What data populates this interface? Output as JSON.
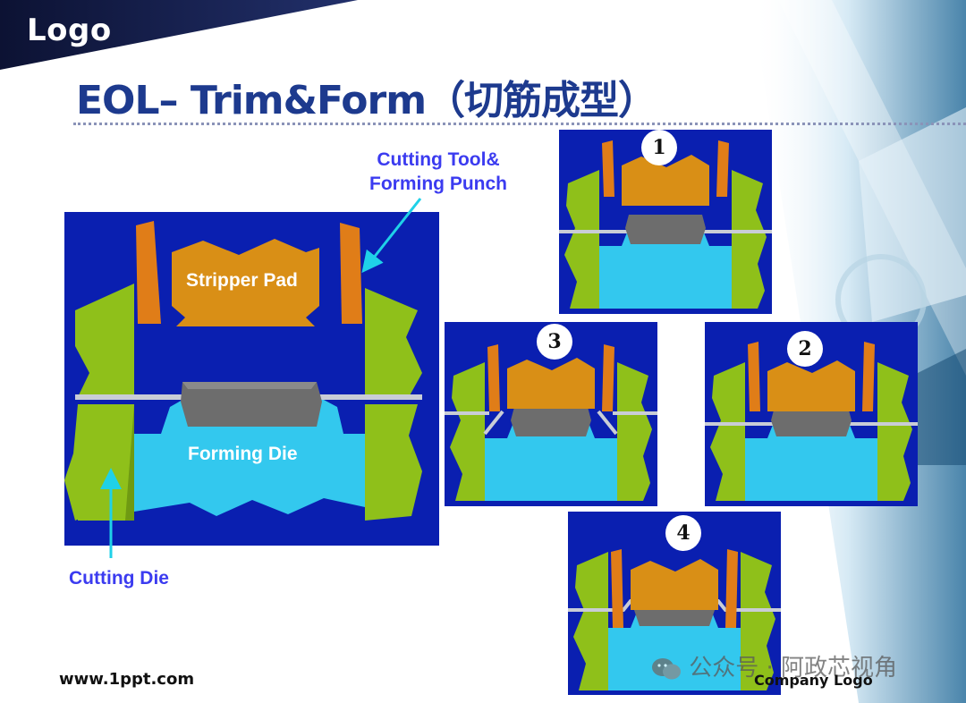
{
  "header": {
    "logo": "Logo",
    "title": "EOL– Trim&Form（切筋成型）"
  },
  "main_figure": {
    "label_cutting_tool_line1": "Cutting Tool&",
    "label_cutting_tool_line2": "Forming Punch",
    "label_stripper_pad": "Stripper Pad",
    "label_forming_die": "Forming Die",
    "label_cutting_die": "Cutting Die"
  },
  "steps": [
    {
      "number": "1"
    },
    {
      "number": "2"
    },
    {
      "number": "3"
    },
    {
      "number": "4"
    }
  ],
  "footer": {
    "website": "www.1ppt.com",
    "company_logo": "Company Logo",
    "watermark": "公众号 · 阿政芯视角"
  },
  "colors": {
    "title": "#1d3a8e",
    "label_blue": "#3b3bf0",
    "panel_bg": "#0a1fb0",
    "stripper_pad": "#d98f16",
    "side_green": "#8fc01a",
    "forming_die": "#33c8ee",
    "package": "#6d6d6d",
    "arrow": "#1fd1e8"
  }
}
